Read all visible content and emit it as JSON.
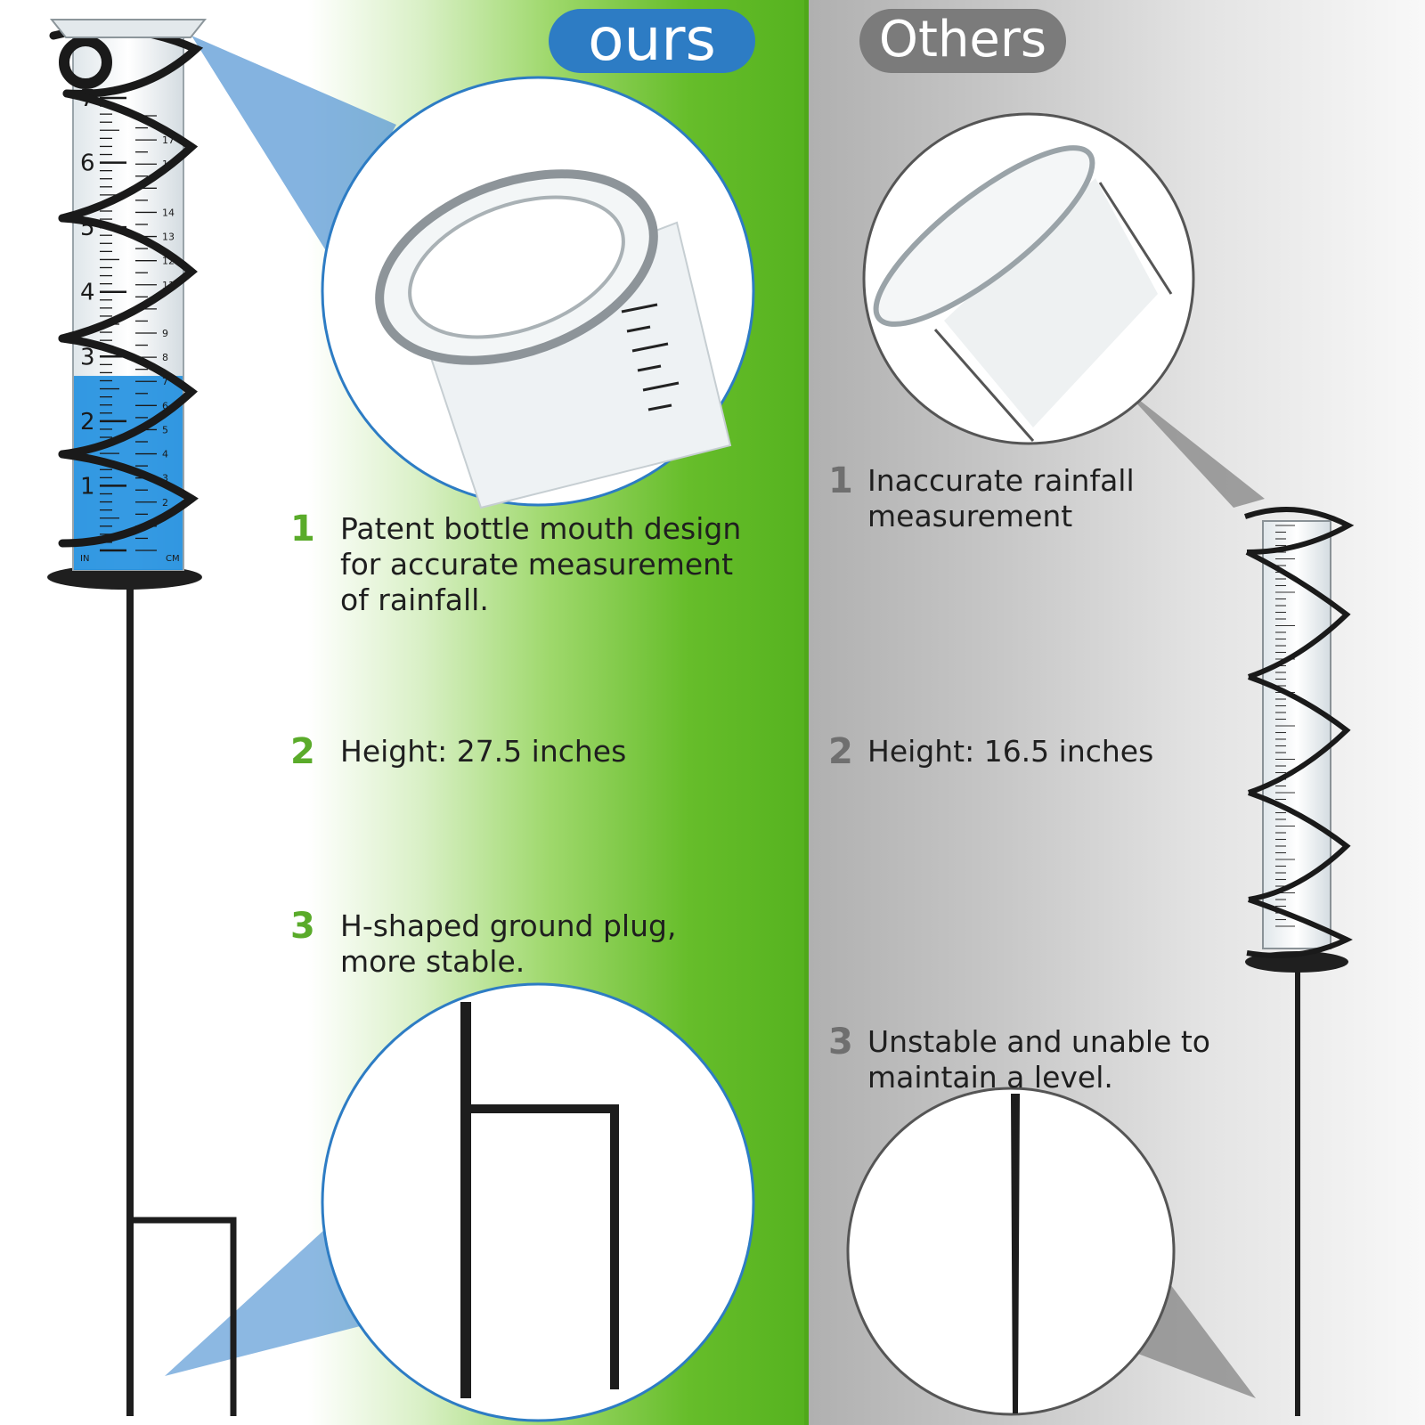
{
  "header": {
    "ours_label": "ours",
    "others_label": "Others"
  },
  "ours_features": [
    {
      "number": "1",
      "lines": [
        "Patent bottle mouth design",
        "for accurate measurement",
        "of rainfall."
      ]
    },
    {
      "number": "2",
      "lines": [
        "Height: 27.5 inches"
      ]
    },
    {
      "number": "3",
      "lines": [
        "H-shaped ground plug,",
        "more stable."
      ]
    }
  ],
  "others_features": [
    {
      "number": "1",
      "lines": [
        "Inaccurate rainfall",
        "measurement"
      ]
    },
    {
      "number": "2",
      "lines": [
        "Height: 16.5 inches"
      ]
    },
    {
      "number": "3",
      "lines": [
        "Unstable and unable to",
        "maintain a level."
      ]
    }
  ],
  "gauge": {
    "inch_labels": [
      "1",
      "2",
      "3",
      "4",
      "5",
      "6",
      "7"
    ],
    "cm_labels": [
      "2",
      "3",
      "4",
      "5",
      "6",
      "7",
      "8",
      "9",
      "11",
      "12",
      "13",
      "14",
      "16",
      "17"
    ],
    "unit_in": "IN",
    "unit_cm": "CM",
    "fill_level_inches": 2.7
  },
  "colors": {
    "accent_blue": "#2d7cc4",
    "accent_green": "#5aab2a",
    "neutral_gray": "#7b7b7b",
    "water_blue": "#1f8fe0"
  }
}
